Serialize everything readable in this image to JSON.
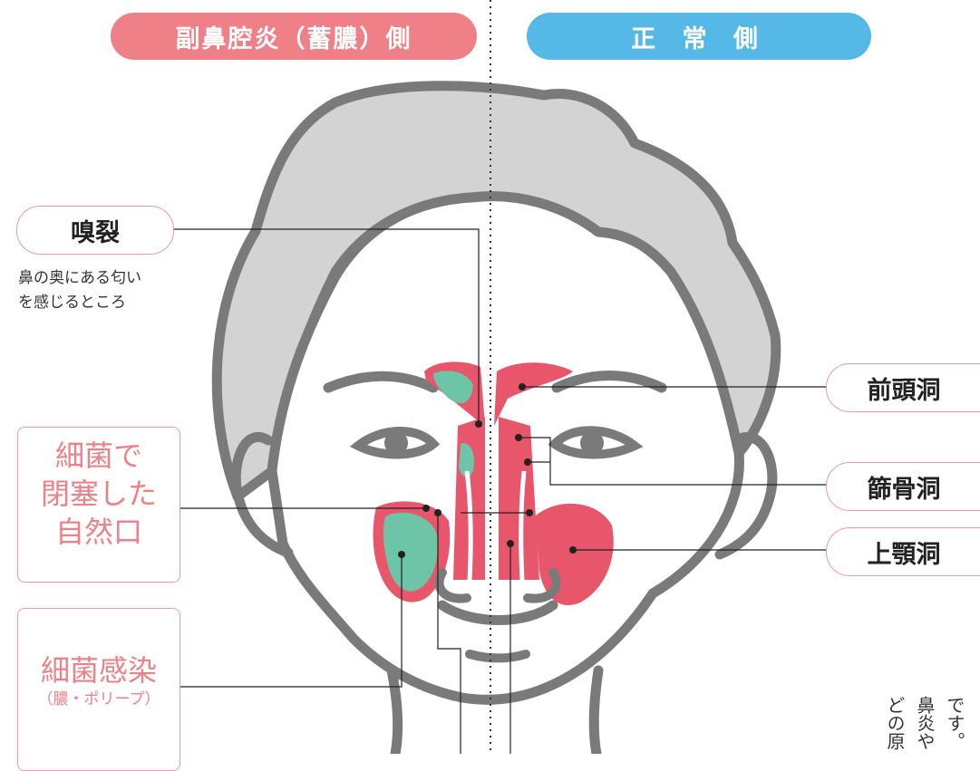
{
  "header": {
    "left_label": "副鼻腔炎（蓄膿）側",
    "right_label": "正 常 側"
  },
  "labels": {
    "olfactory_cleft": "嗅裂",
    "olfactory_desc_line1": "鼻の奥にある匂い",
    "olfactory_desc_line2": "を感じるところ",
    "blocked_opening_line1": "細菌で",
    "blocked_opening_line2": "閉塞した",
    "blocked_opening_line3": "自然口",
    "infection": "細菌感染",
    "infection_sub": "（膿・ポリープ）",
    "frontal_sinus": "前頭洞",
    "ethmoid_sinus": "篩骨洞",
    "maxillary_sinus": "上顎洞"
  },
  "side_text_lines": [
    "です。",
    "鼻炎や",
    "どの原"
  ],
  "colors": {
    "infected_side": "#ef8088",
    "normal_side": "#55b8e6",
    "sinus_pink": "#e8566c",
    "infection_green": "#6dc4a6",
    "outline_gray": "#7a7a7a",
    "hair_gray": "#d3d3d3"
  }
}
